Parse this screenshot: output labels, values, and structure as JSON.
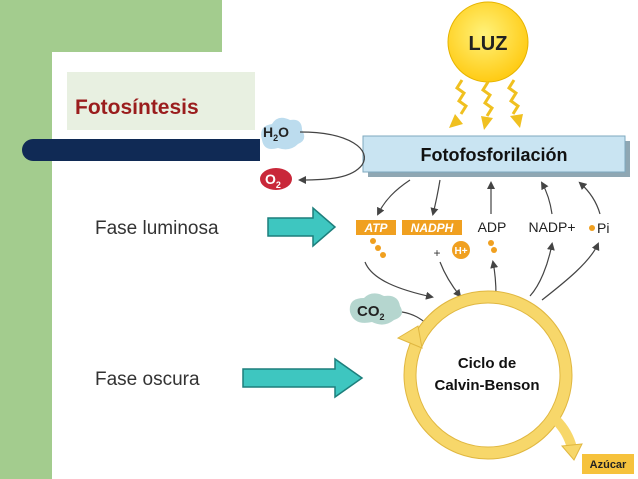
{
  "slide": {
    "title": "Fotosíntesis",
    "phase_light": "Fase luminosa",
    "phase_dark": "Fase oscura"
  },
  "diagram": {
    "light": "LUZ",
    "photophosphorylation": "Fotofosforilación",
    "water": {
      "base": "H",
      "sub": "2",
      "tail": "O"
    },
    "oxygen": {
      "base": "O",
      "sub": "2"
    },
    "co2": {
      "base": "CO",
      "sub": "2"
    },
    "atp": "ATP",
    "nadph": "NADPH",
    "hplus": "H+",
    "plus": "+",
    "adp": "ADP",
    "nadp_plus": "NADP+",
    "pi": "Pi",
    "cycle_line1": "Ciclo de",
    "cycle_line2": "Calvin-Benson",
    "sugar": "Azúcar"
  },
  "colors": {
    "green_band": "#a3cc8e",
    "title_text": "#9a1d1d",
    "navy_bar": "#102a55",
    "teal_arrow": "#3ec6c0",
    "sun_yellow": "#ffd52e",
    "wave_yellow": "#f0c020",
    "ring_yellow": "#f7d76a",
    "header_blue": "#c9e4f2",
    "dot_orange": "#f0a020",
    "co2_bubble": "#b5d6cf",
    "o2_red": "#c9283a"
  }
}
